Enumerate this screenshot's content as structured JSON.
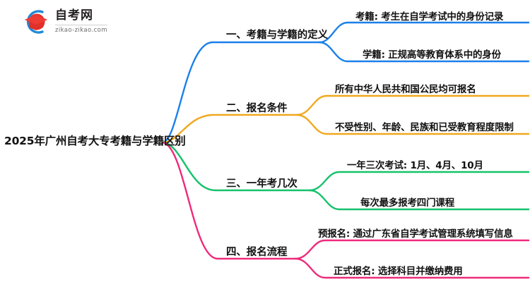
{
  "logo": {
    "name": "自考网",
    "url": "zikao-zikao.com",
    "mark_arc_color": "#2089d6",
    "mark_cap_color": "#e8322c"
  },
  "mindmap": {
    "type": "mindmap",
    "root": {
      "label": "2025年广州自考大专考籍与学籍区别"
    },
    "branches": [
      {
        "label": "一、考籍与学籍的定义",
        "color": "#1a80ea",
        "children": [
          {
            "label": "考籍: 考生在自学考试中的身份记录"
          },
          {
            "label": "学籍: 正规高等教育体系中的身份"
          }
        ]
      },
      {
        "label": "二、报名条件",
        "color": "#f0a81e",
        "children": [
          {
            "label": "所有中华人民共和国公民均可报名"
          },
          {
            "label": "不受性别、年龄、民族和已受教育程度限制"
          }
        ]
      },
      {
        "label": "三、一年考几次",
        "color": "#15c26b",
        "children": [
          {
            "label": "一年三次考试: 1月、4月、10月"
          },
          {
            "label": "每次最多报考四门课程"
          }
        ]
      },
      {
        "label": "四、报名流程",
        "color": "#ef2a7b",
        "children": [
          {
            "label": "预报名: 通过广东省自学考试管理系统填写信息"
          },
          {
            "label": "正式报名: 选择科目并缴纳费用"
          }
        ]
      }
    ]
  }
}
